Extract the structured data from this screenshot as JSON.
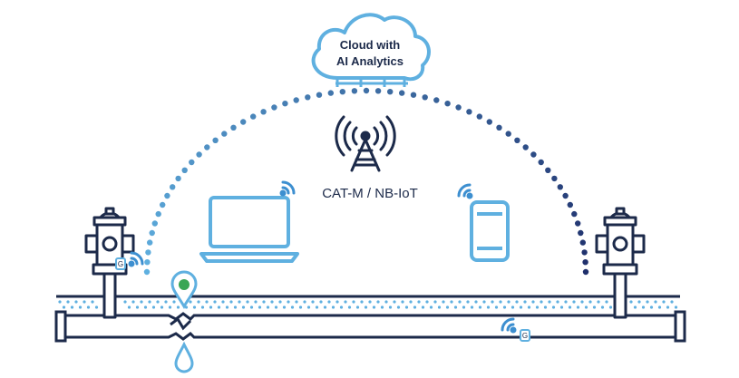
{
  "cloud": {
    "line1": "Cloud with",
    "line2": "AI Analytics"
  },
  "network": {
    "label": "CAT-M / NB-IoT"
  },
  "colors": {
    "navy": "#1c2a4a",
    "light_blue": "#5fb0e0",
    "mid_blue": "#3d8fd0",
    "dark_dot": "#1f2f6b",
    "leak_green": "#3aa655"
  },
  "icons": [
    "cloud-icon",
    "cell-tower-icon",
    "laptop-icon",
    "smartphone-icon",
    "fire-hydrant-icon",
    "sensor-icon",
    "wifi-signal-icon",
    "location-pin-icon",
    "water-drop-icon",
    "pipe-crack-icon"
  ]
}
